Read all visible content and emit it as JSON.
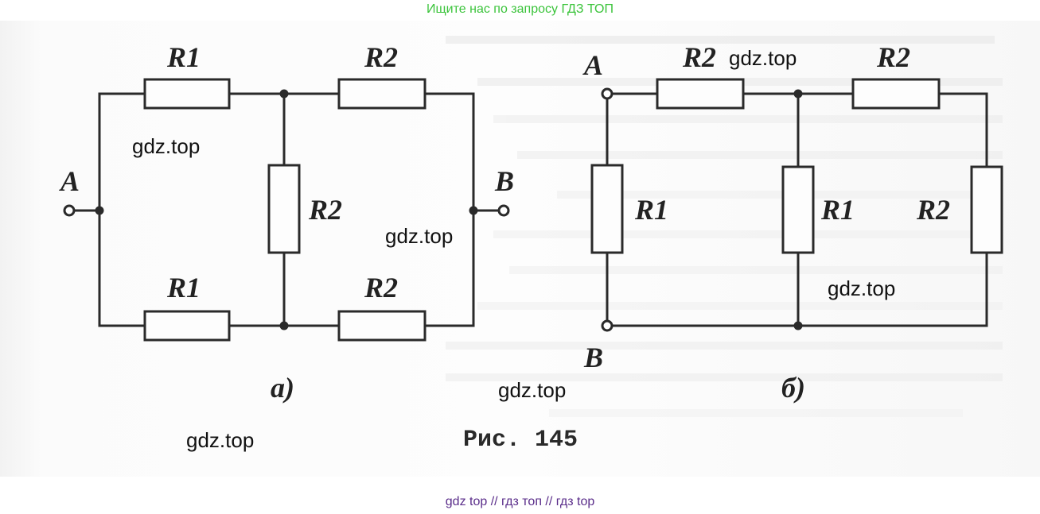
{
  "banner": "Ищите нас по запросу ГДЗ ТОП",
  "footer": "gdz top  //  гдз топ  //  гдз top",
  "watermark": "gdz.top",
  "figure_caption": "Рис. 145",
  "diagram_a": {
    "sublabel": "а)",
    "node_a": "A",
    "node_b": "B",
    "resistors": {
      "top_left": "R1",
      "top_right": "R2",
      "middle": "R2",
      "bottom_left": "R1",
      "bottom_right": "R2"
    }
  },
  "diagram_b": {
    "sublabel": "б)",
    "node_a": "A",
    "node_b": "B",
    "resistors": {
      "top_left": "R2",
      "top_right": "R2",
      "left": "R1",
      "middle": "R1",
      "right": "R2"
    }
  },
  "colors": {
    "banner": "#3cc43c",
    "footer": "#5a2d8a",
    "ink": "#2a2a2a"
  }
}
